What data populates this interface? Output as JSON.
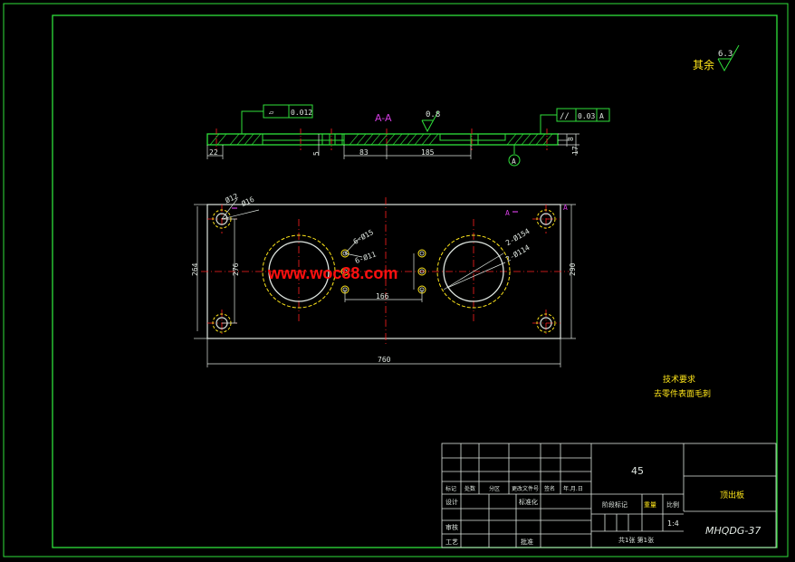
{
  "roughness_other": {
    "label": "其余",
    "value": "6.3"
  },
  "section": {
    "label": "A-A",
    "roughness": "0.8",
    "flatness": {
      "symbol": "▱",
      "value": "0.012"
    },
    "parallelism": {
      "symbol": "//",
      "value": "0.03",
      "datum": "A"
    },
    "datum_label": "A",
    "dims": {
      "d22": "22",
      "d5": "5",
      "d83": "83",
      "d185": "185",
      "d8": "8",
      "d17": "17"
    }
  },
  "plan": {
    "dims": {
      "d264": "264",
      "d276": "276",
      "d290": "290",
      "d760": "760",
      "d166": "166",
      "hole_a": "Ø12",
      "hole_b": "Ø16",
      "hole_c1": "6-Ø15",
      "hole_c2": "6-Ø11",
      "bore_a": "2-Ø154",
      "bore_b": "2-Ø114"
    },
    "cut_marks": [
      "A",
      "A"
    ]
  },
  "tech": {
    "title": "技术要求",
    "line1": "去零件表面毛刺"
  },
  "watermark": "www.woc88.com",
  "titleblock": {
    "material": "45",
    "part_name": "顶出板",
    "drawing_no": "MHQDG-37",
    "scale": "1:4",
    "row_labels": [
      "标记",
      "处数",
      "分区",
      "更改文件号",
      "签名",
      "年.月.日"
    ],
    "design": "设计",
    "standardize": "标准化",
    "review": "审核",
    "process": "工艺",
    "approve": "批准",
    "stage_mark": "阶段标记",
    "weight": "重量",
    "ratio": "比例",
    "sheets": "共1张  第1张"
  }
}
